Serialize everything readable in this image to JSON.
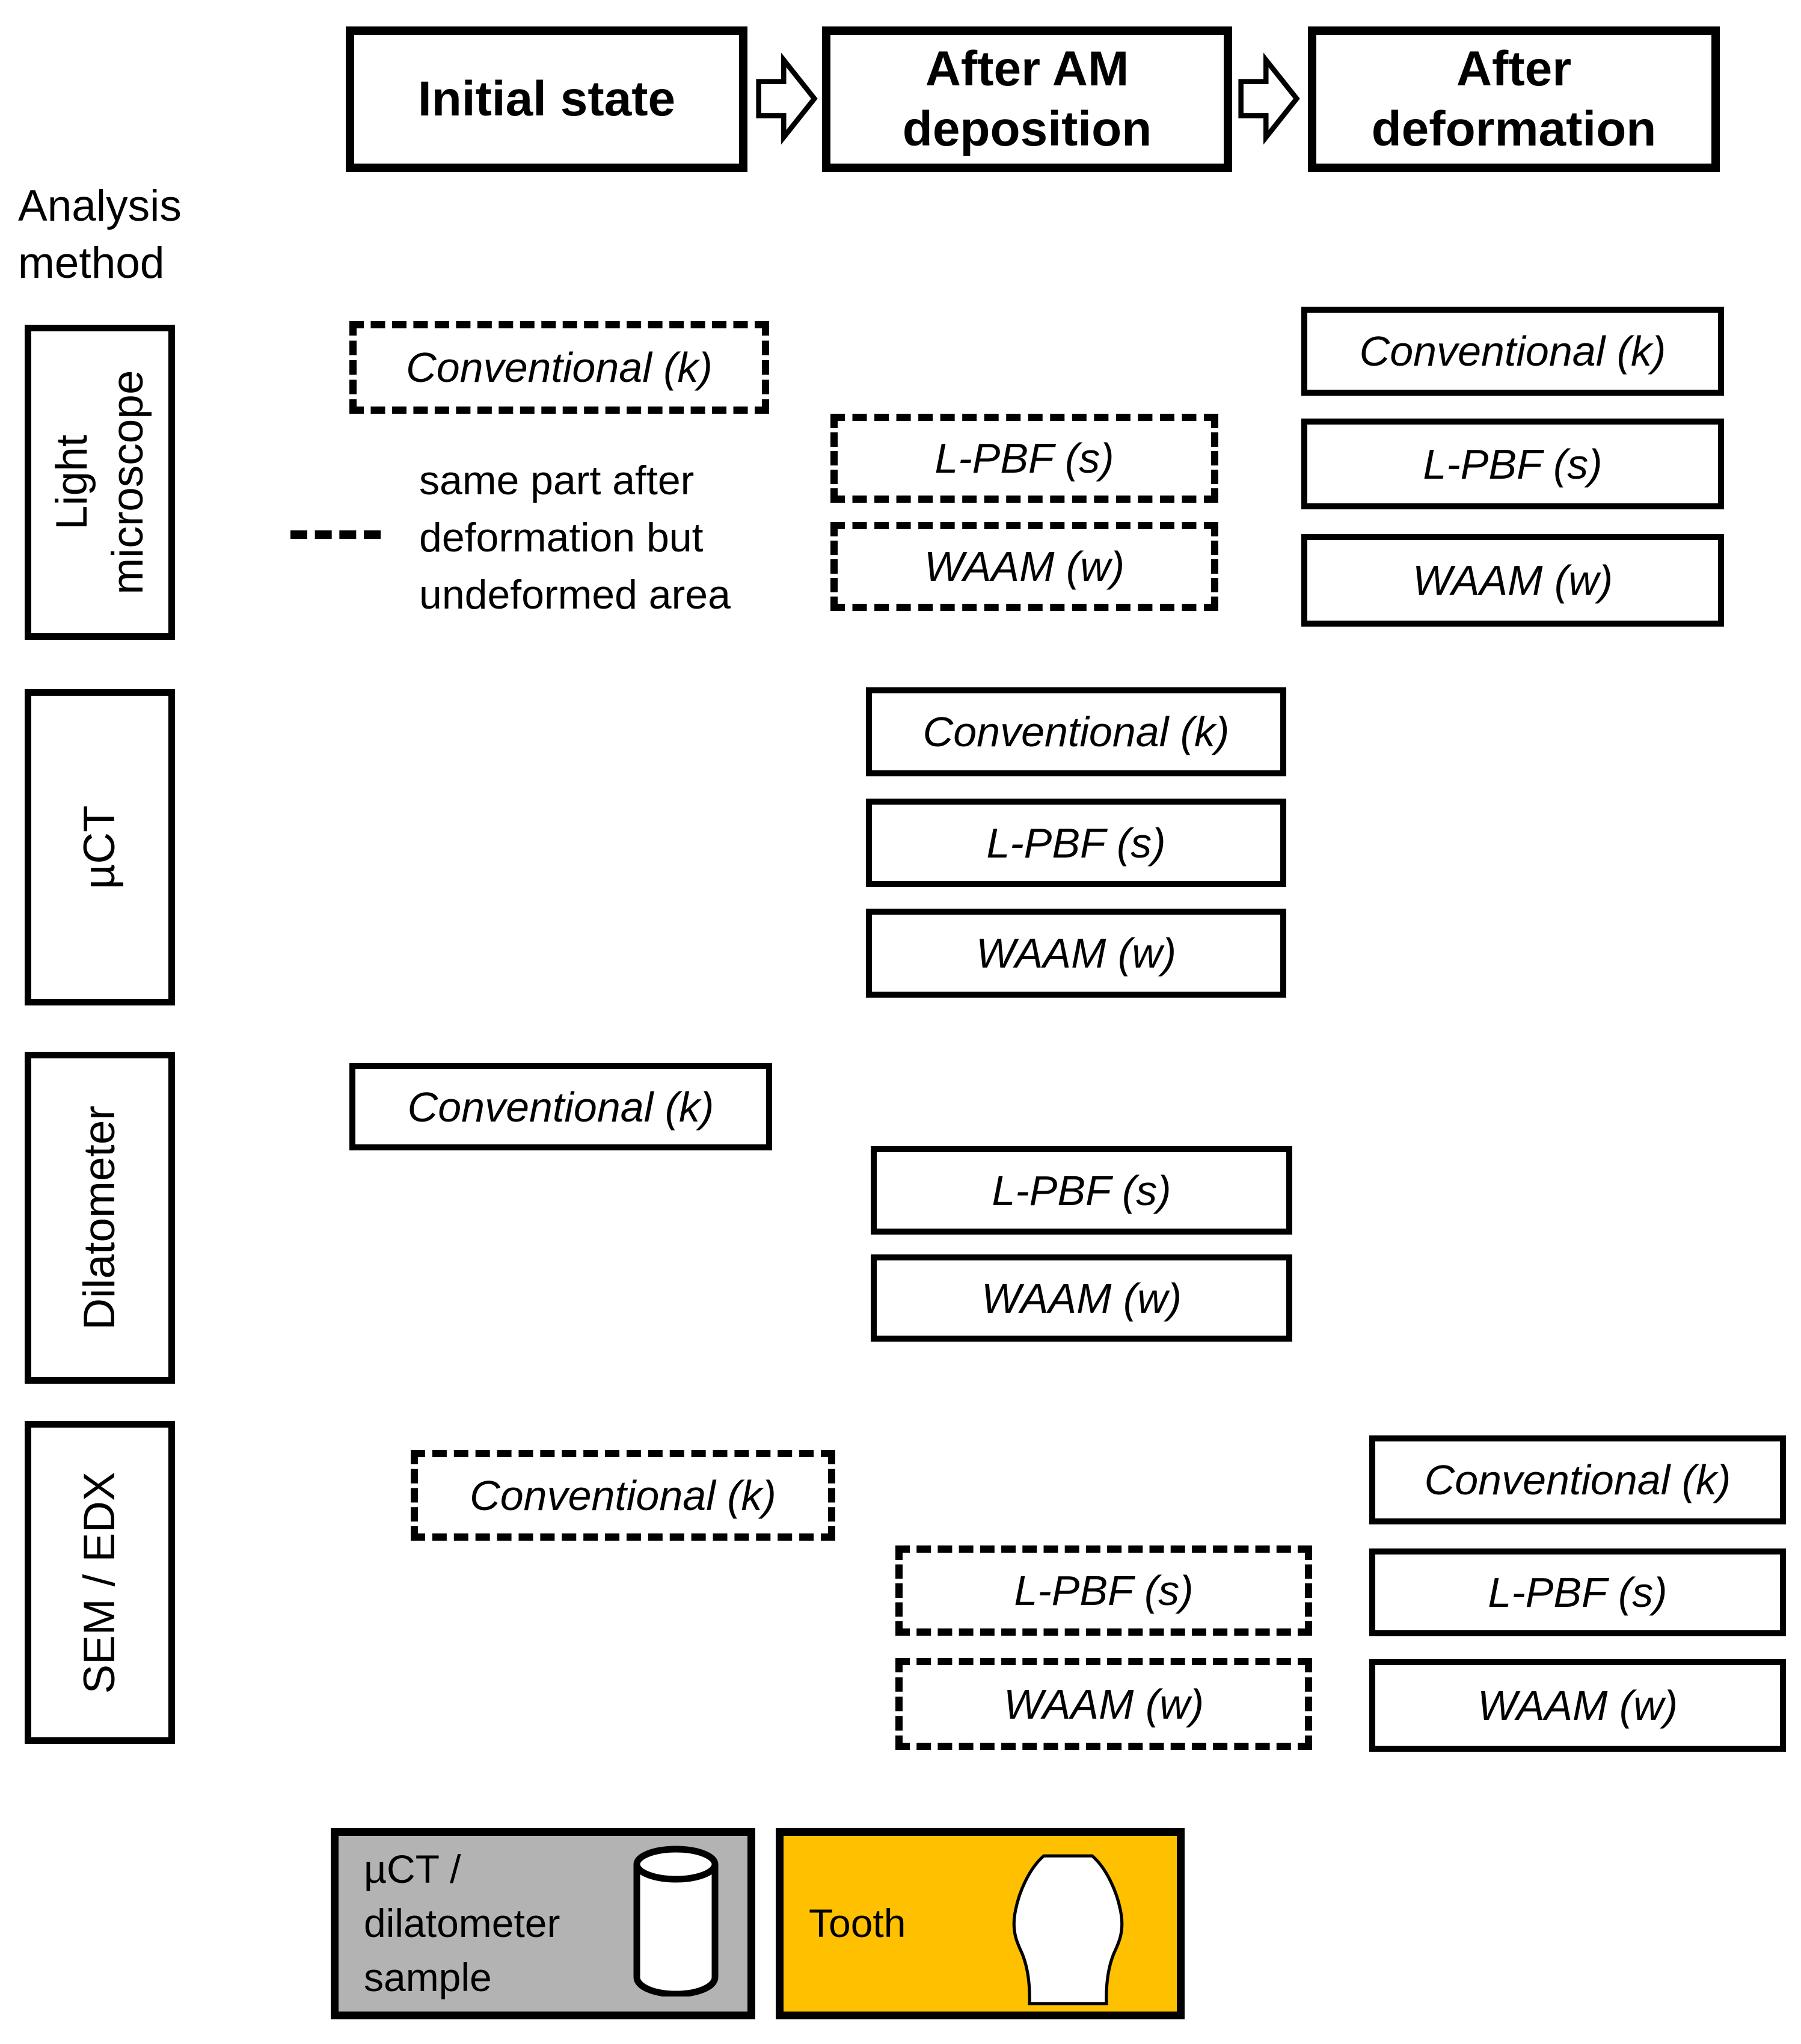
{
  "analysis_method": {
    "lines": [
      "Analysis",
      "method"
    ]
  },
  "header": {
    "initial_state": {
      "lines": [
        "Initial state"
      ]
    },
    "after_am": {
      "lines": [
        "After AM",
        "deposition"
      ]
    },
    "after_deformation": {
      "lines": [
        "After",
        "deformation"
      ]
    }
  },
  "methods": {
    "light_microscope": {
      "lines": [
        "Light",
        "microscope"
      ]
    },
    "uct": {
      "lines": [
        "µCT"
      ]
    },
    "dilatometer": {
      "lines": [
        "Dilatometer"
      ]
    },
    "sem_edx": {
      "lines": [
        "SEM / EDX"
      ]
    }
  },
  "samples": {
    "conventional": "Conventional (k)",
    "lpbf": "L-PBF (s)",
    "waam": "WAAM (w)"
  },
  "note": {
    "lines": [
      "same part after",
      "deformation but",
      "undeformed area"
    ]
  },
  "legend": {
    "sample_box": {
      "lines": [
        "µCT /",
        "dilatometer",
        "sample"
      ],
      "fill": "#b3b3b3",
      "icon": "cylinder-icon"
    },
    "tooth_box": {
      "label": "Tooth",
      "fill": "#ffc000",
      "icon": "tooth-icon"
    }
  },
  "colors": {
    "border": "#000000",
    "box_fill": "#ffffff"
  }
}
